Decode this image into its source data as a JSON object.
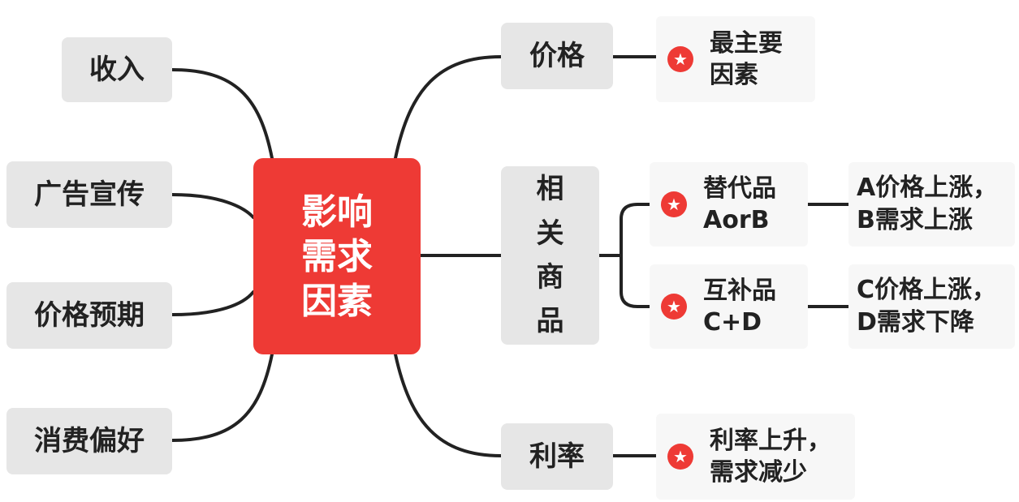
{
  "center": {
    "label": "影响\n需求\n因素"
  },
  "left_nodes": [
    {
      "label": "收入"
    },
    {
      "label": "广告宣传"
    },
    {
      "label": "价格预期"
    },
    {
      "label": "消费偏好"
    }
  ],
  "right_nodes": {
    "price": {
      "label": "价格",
      "note": "最主要\n因素"
    },
    "related": {
      "label": "相\n关\n商\n品",
      "substitute": {
        "label": "替代品\nAorB",
        "effect": "A价格上涨，\nB需求上涨"
      },
      "complement": {
        "label": "互补品\nC+D",
        "effect": "C价格上涨，\nD需求下降"
      }
    },
    "interest": {
      "label": "利率",
      "note": "利率上升，\n需求减少"
    }
  },
  "colors": {
    "center_bg": "#ee3a35",
    "node_bg": "#e6e6e6",
    "leaf_bg": "#f7f7f7",
    "line": "#222222",
    "star": "#ee3a35"
  },
  "icons": {
    "marker": "star-icon"
  }
}
